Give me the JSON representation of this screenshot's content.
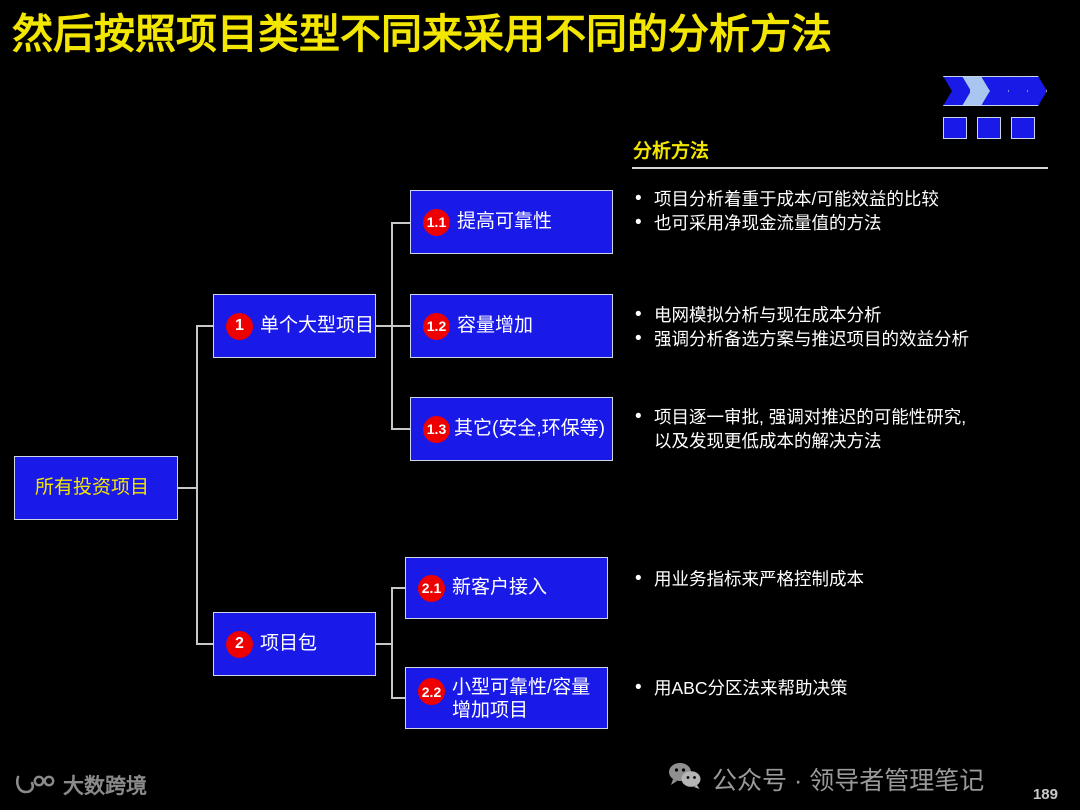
{
  "slide": {
    "title": "然后按照项目类型不同来采用不同的分析方法",
    "page_number": "189",
    "colors": {
      "background": "#000000",
      "title_yellow": "#f3e600",
      "node_blue": "#1a1ae8",
      "node_border": "#cfd6e4",
      "badge_red": "#ee0000",
      "line_gray": "#c8c8c8",
      "bullet_white": "#ffffff",
      "chevron_light": "#a9c6f0"
    }
  },
  "decoration": {
    "chevrons": [
      {
        "name": "chevron-1",
        "state": "dark"
      },
      {
        "name": "chevron-2",
        "state": "light"
      },
      {
        "name": "chevron-3",
        "state": "dark"
      },
      {
        "name": "chevron-4",
        "state": "dark"
      },
      {
        "name": "chevron-5",
        "state": "dark"
      }
    ],
    "squares": [
      "square-1",
      "square-2",
      "square-3"
    ]
  },
  "tree": {
    "root": {
      "label": "所有投资项目"
    },
    "branches": [
      {
        "number": "1",
        "label": "单个大型项目",
        "children": [
          {
            "number": "1.1",
            "label": "提高可靠性"
          },
          {
            "number": "1.2",
            "label": "容量增加"
          },
          {
            "number": "1.3",
            "label": "其它(安全,环保等)"
          }
        ]
      },
      {
        "number": "2",
        "label": "项目包",
        "children": [
          {
            "number": "2.1",
            "label": "新客户接入"
          },
          {
            "number": "2.2",
            "label": "小型可靠性/容量\n增加项目"
          }
        ]
      }
    ]
  },
  "panel": {
    "heading": "分析方法",
    "groups": [
      {
        "for": "1.1",
        "bullets": [
          "项目分析着重于成本/可能效益的比较",
          "也可采用净现金流量值的方法"
        ]
      },
      {
        "for": "1.2",
        "bullets": [
          "电网模拟分析与现在成本分析",
          "强调分析备选方案与推迟项目的效益分析"
        ]
      },
      {
        "for": "1.3",
        "bullets": [
          "项目逐一审批, 强调对推迟的可能性研究,\n以及发现更低成本的解决方法"
        ]
      },
      {
        "for": "2.1",
        "bullets": [
          "用业务指标来严格控制成本"
        ]
      },
      {
        "for": "2.2",
        "bullets": [
          "用ABC分区法来帮助决策"
        ]
      }
    ]
  },
  "footer": {
    "left_watermark": "大数跨境",
    "right_watermark": "公众号 · 领导者管理笔记"
  }
}
